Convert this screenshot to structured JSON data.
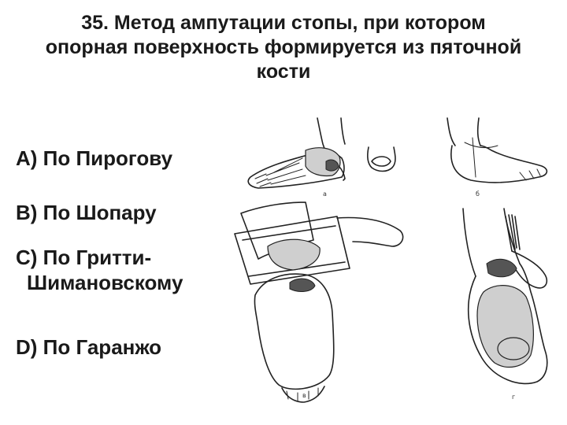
{
  "slide": {
    "title_lines": [
      "35. Метод ампутации стопы, при котором",
      "опорная поверхность формируется из пяточной",
      "кости"
    ]
  },
  "options": {
    "a": "A) По Пирогову",
    "b": "B) По Шопару",
    "c_line1": "C) По Гритти-",
    "c_line2": "Шимановскому",
    "d": "D) По Гаранжо"
  },
  "figure": {
    "panel_labels": [
      "а",
      "б",
      "в",
      "г"
    ]
  }
}
